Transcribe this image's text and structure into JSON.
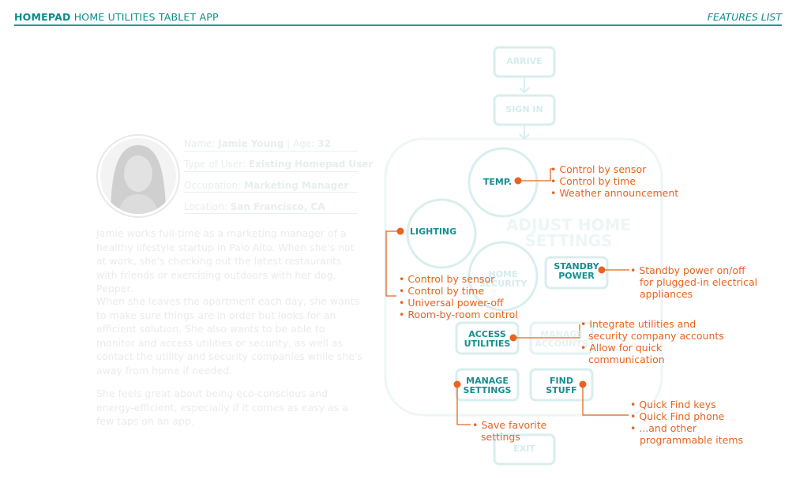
{
  "header": {
    "brand": "HOMEPAD",
    "subtitle": " HOME UTILITIES TABLET APP",
    "right": "FEATURES LIST"
  },
  "persona": {
    "name_label": "Name:",
    "name": "Jamie Young",
    "age_label": "Age:",
    "age": "32",
    "type_label": "Type of User:",
    "type": "Existing Homepad User",
    "occupation_label": "Occupation:",
    "occupation": "Marketing Manager",
    "location_label": "Location:",
    "location": "San Francisco, CA",
    "bio_1": "Jamie works full-time as a marketing manager of a healthy lifestyle startup in Palo Alto. When she's not at work, she's checking out the latest restaurants with friends or exercising outdoors with her dog, Pepper.",
    "bio_2": "When she leaves the apartment each day, she wants to make sure things are in order but looks for an efficient solution. She also wants to be able to monitor and access utilities or security, as well as contact the utility and security companies while she's away from home if needed.",
    "bio_3": "She feels great about being eco-conscious and energy-efficient, especially if it comes as easy as a few taps on an app."
  },
  "flow": {
    "arrive": "ARRIVE",
    "sign_in": "SIGN IN",
    "adjust_1": "ADJUST HOME",
    "adjust_2": "SETTINGS",
    "home_1": "HOME",
    "home_2": "SECURITY",
    "manage_accounts_1": "MANAGE",
    "manage_accounts_2": "ACCOUNTS",
    "exit": "EXIT",
    "temp": "TEMP.",
    "lighting": "LIGHTING",
    "standby_1": "STANDBY",
    "standby_2": "POWER",
    "access_1": "ACCESS",
    "access_2": "UTILITIES",
    "manage_1": "MANAGE",
    "manage_2": "SETTINGS",
    "find_1": "FIND",
    "find_2": "STUFF"
  },
  "features": {
    "temp": [
      "• Control by sensor",
      "• Control by time",
      "• Weather announcement"
    ],
    "lighting": [
      "• Control by sensor",
      "• Control by time",
      "• Universal power-off",
      "• Room-by-room control"
    ],
    "standby": [
      "• Standby power on/off",
      "for plugged-in electrical",
      "appliances"
    ],
    "access": [
      "• Integrate utilities and",
      "security company accounts",
      "• Allow for quick",
      "communication"
    ],
    "manage": [
      "• Save favorite",
      "settings"
    ],
    "find": [
      "• Quick Find keys",
      "• Quick Find phone",
      "• ...and other",
      "programmable items"
    ]
  },
  "colors": {
    "teal": "#178e90",
    "orange": "#e8631f",
    "pale_teal": "#d5ecec"
  }
}
